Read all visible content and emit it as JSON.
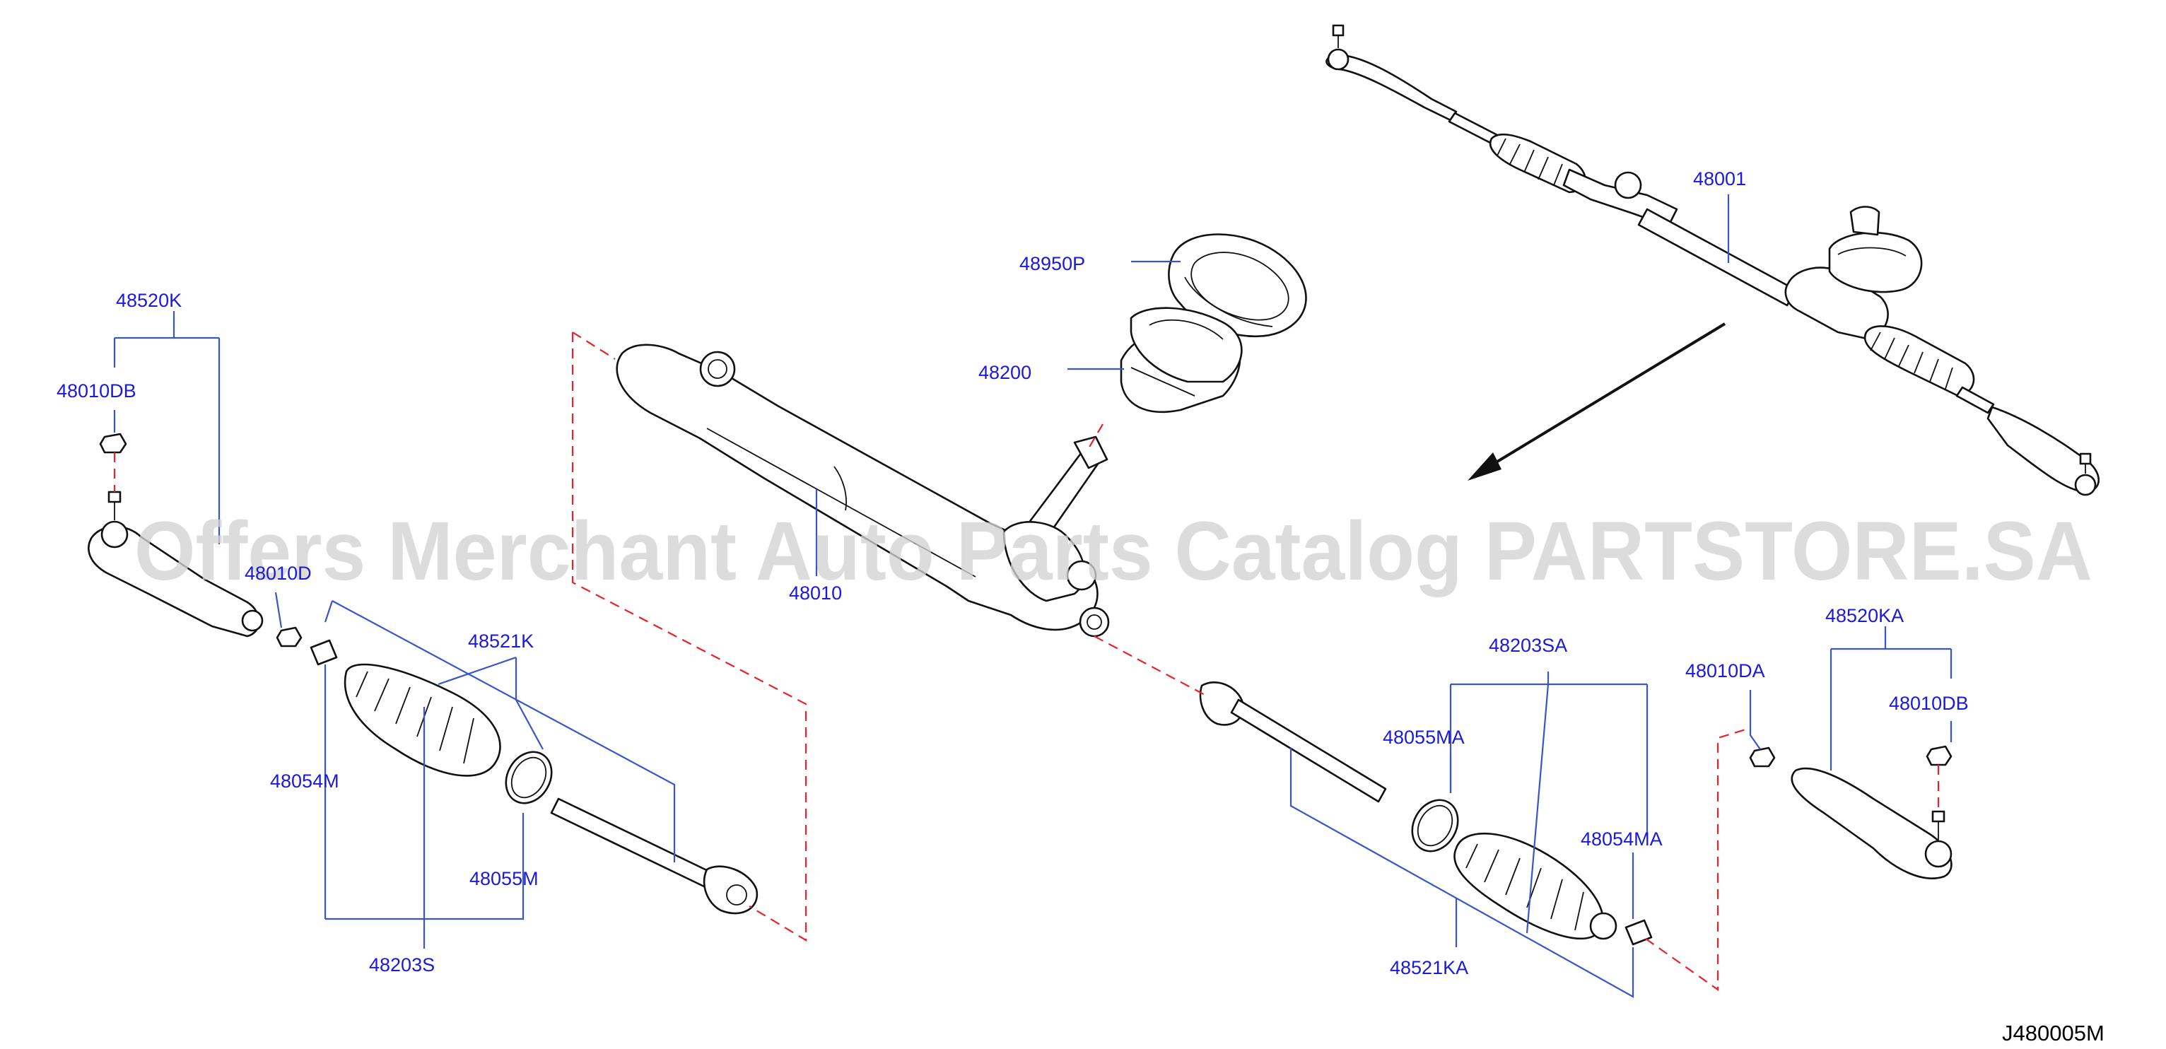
{
  "watermark": "Offers Merchant Auto Parts Catalog PARTSTORE.SA",
  "diagram_ref": "J480005M",
  "parts": {
    "p48001": "48001",
    "p48950P": "48950P",
    "p48200": "48200",
    "p48010": "48010",
    "p48520K": "48520K",
    "p48010DB_left": "48010DB",
    "p48010D": "48010D",
    "p48521K": "48521K",
    "p48054M": "48054M",
    "p48055M": "48055M",
    "p48203S": "48203S",
    "p48203SA": "48203SA",
    "p48055MA": "48055MA",
    "p48054MA": "48054MA",
    "p48521KA": "48521KA",
    "p48010DA": "48010DA",
    "p48520KA": "48520KA",
    "p48010DB_right": "48010DB"
  },
  "colors": {
    "label": "#1a1adc",
    "leader": "#3a55c8",
    "dashed": "#e8222a",
    "part_outline": "#111111",
    "watermark": "#d2d2d2"
  }
}
